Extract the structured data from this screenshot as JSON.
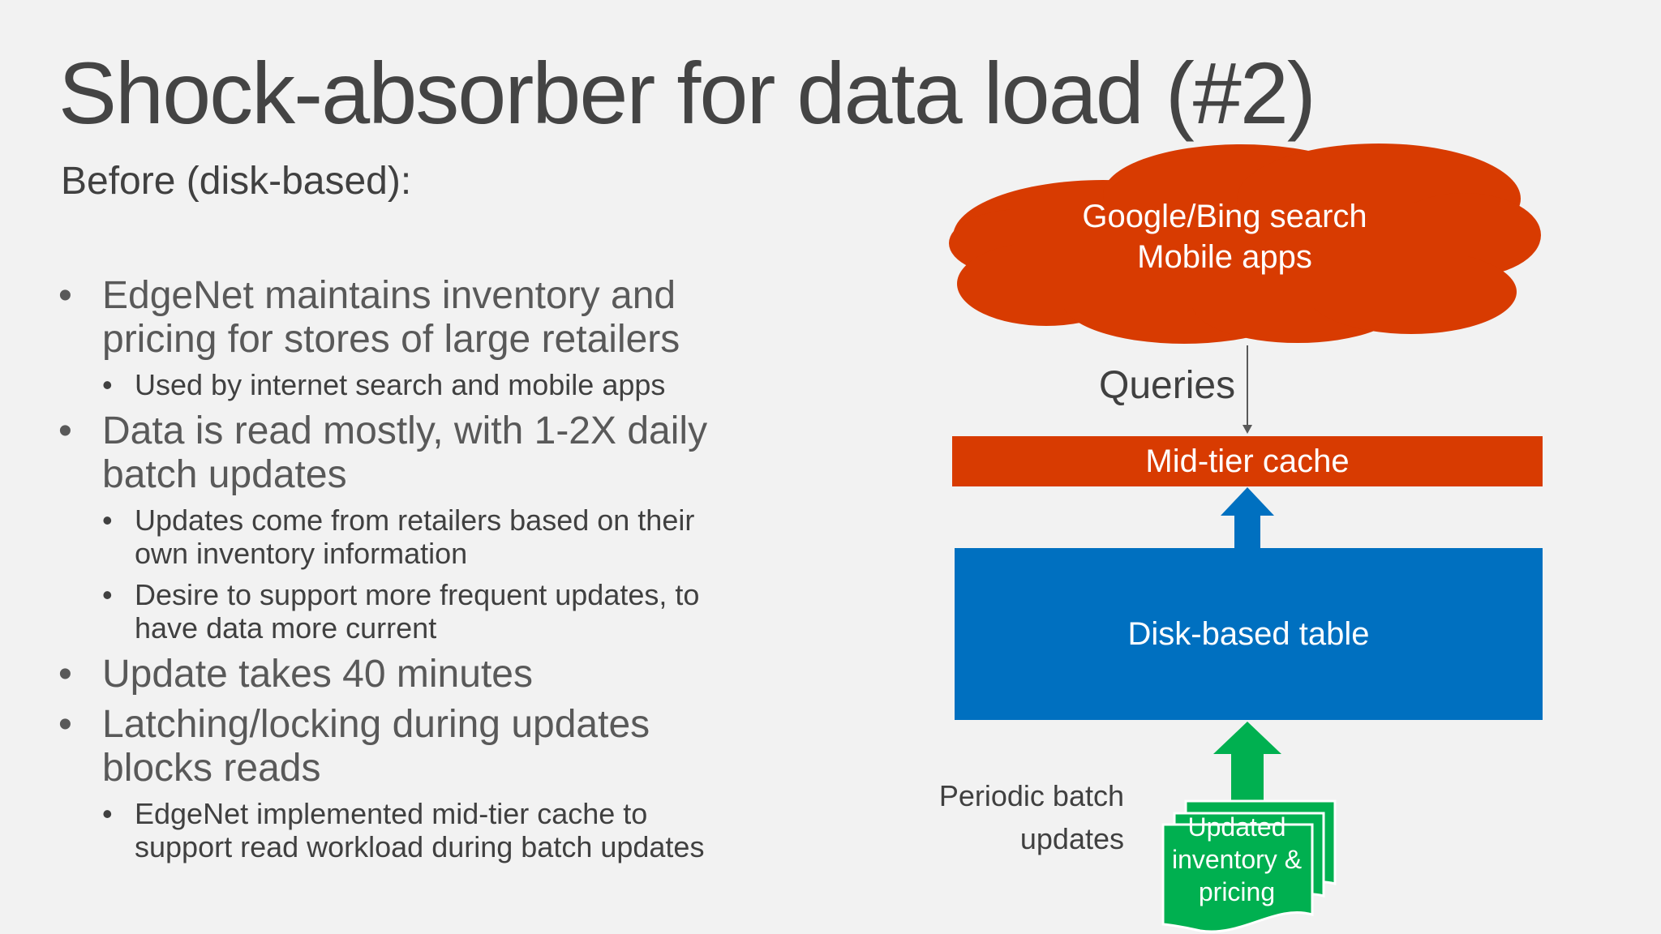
{
  "title": "Shock-absorber for data load (#2)",
  "subtitle": "Before (disk-based):",
  "bullets": {
    "b1": "EdgeNet maintains inventory and pricing for stores of large retailers",
    "b1_1": "Used by internet search and mobile apps",
    "b2": "Data is read mostly, with 1-2X daily batch updates",
    "b2_1": "Updates come from retailers based on their own inventory information",
    "b2_2": "Desire to support more frequent updates, to have data more current",
    "b3": "Update takes 40 minutes",
    "b4": "Latching/locking during updates blocks reads",
    "b4_1": "EdgeNet implemented mid-tier cache to support read workload during batch updates"
  },
  "diagram": {
    "cloud_line1": "Google/Bing search",
    "cloud_line2": "Mobile apps",
    "queries": "Queries",
    "cache": "Mid-tier cache",
    "table": "Disk-based table",
    "periodic_line1": "Periodic batch",
    "periodic_line2": "updates",
    "doc_line1": "Updated",
    "doc_line2": "inventory &",
    "doc_line3": "pricing"
  },
  "colors": {
    "orange": "#d83b01",
    "blue": "#0070c0",
    "green": "#00b050",
    "background": "#f2f2f2"
  }
}
